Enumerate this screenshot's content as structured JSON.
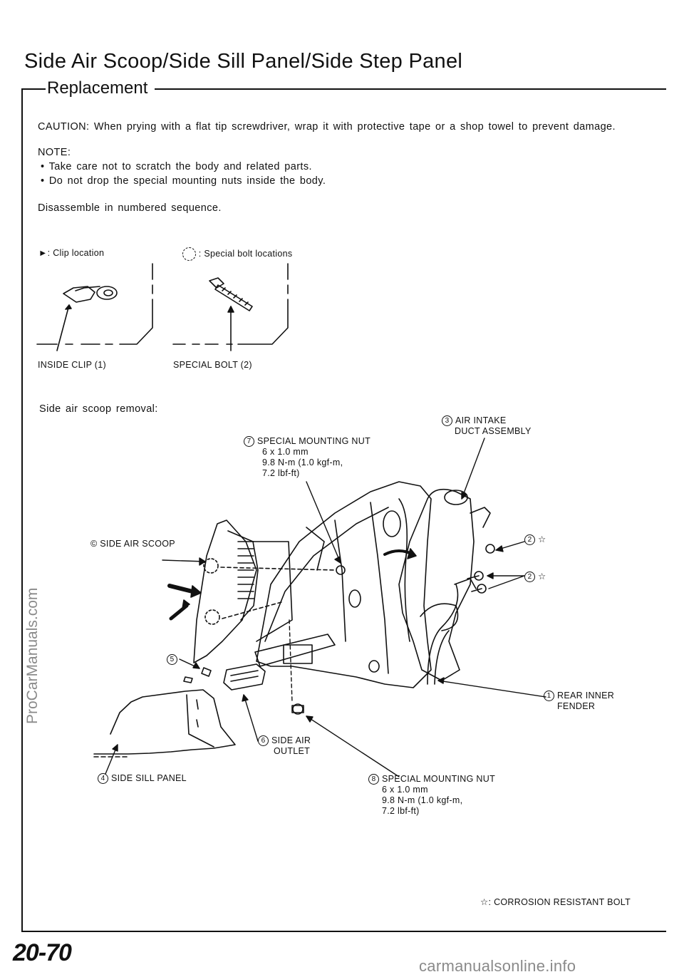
{
  "header": {
    "title": "Side Air Scoop/Side Sill Panel/Side Step Panel",
    "section": "Replacement"
  },
  "instructions": {
    "caution": "CAUTION: When prying with a flat tip screwdriver, wrap it with protective tape or a shop towel to prevent damage.",
    "note_heading": "NOTE:",
    "notes": [
      "Take care not to scratch the body and related parts.",
      "Do not drop the special mounting nuts inside the body."
    ],
    "sequence": "Disassemble in numbered sequence."
  },
  "legend": {
    "clip_location": "Clip location",
    "bolt_locations": "Special bolt locations",
    "inside_clip": "INSIDE CLIP (1)",
    "special_bolt": "SPECIAL BOLT (2)"
  },
  "diagram": {
    "subtitle": "Side air scoop removal:",
    "parts": {
      "p1_num": "1",
      "p1": [
        "REAR INNER",
        "FENDER"
      ],
      "p2_num": "2",
      "p3_num": "3",
      "p3": [
        "AIR INTAKE",
        "DUCT ASSEMBLY"
      ],
      "p4_num": "4",
      "p4": "SIDE SILL PANEL",
      "p5_num": "5",
      "p6_num": "6",
      "p6": [
        "SIDE AIR",
        "OUTLET"
      ],
      "p7_num": "7",
      "p7": [
        "SPECIAL MOUNTING NUT",
        "6 x 1.0 mm",
        "9.8 N-m (1.0 kgf-m,",
        "7.2 lbf-ft)"
      ],
      "p8_num": "8",
      "p8": [
        "SPECIAL MOUNTING NUT",
        "6 x 1.0 mm",
        "9.8 N-m (1.0 kgf-m,",
        "7.2 lbf-ft)"
      ],
      "scoop": "SIDE AIR SCOOP",
      "scoop_mark": "©"
    },
    "star_note": "CORROSION RESISTANT BOLT"
  },
  "footer": {
    "page_number": "20-70",
    "watermark": "carmanualsonline.info",
    "side_watermark": "ProCarManuals.com"
  }
}
